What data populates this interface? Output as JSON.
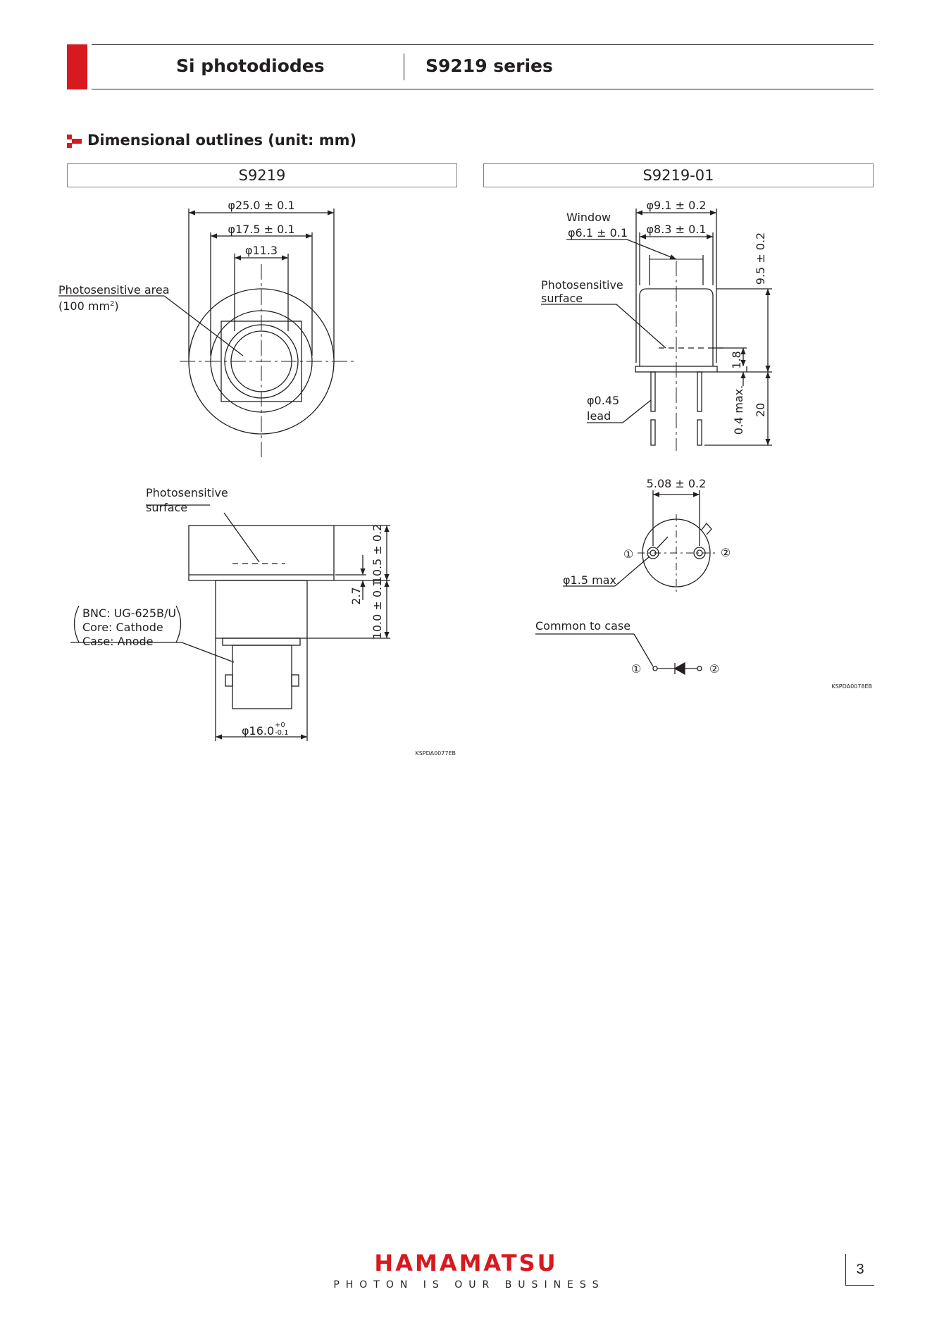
{
  "header": {
    "product_family": "Si photodiodes",
    "series": "S9219 series"
  },
  "section": {
    "title": "Dimensional outlines (unit: mm)"
  },
  "s9219": {
    "name": "S9219",
    "dim_outer": "φ25.0 ± 0.1",
    "dim_mid": "φ17.5 ± 0.1",
    "dim_inner": "φ11.3",
    "photosensitive_area_line1": "Photosensitive area",
    "photosensitive_area_line2": "(100 mm",
    "photosensitive_area_sup": "2",
    "photosensitive_area_close": ")",
    "photosensitive_surface_line1": "Photosensitive",
    "photosensitive_surface_line2": "surface",
    "bnc_line1": "BNC: UG-625B/U",
    "bnc_line2": "Core: Cathode",
    "bnc_line3": "Case: Anode",
    "dim_2_7": "2.7",
    "dim_10_5": "10.5 ± 0.2",
    "dim_10_0": "10.0 ± 0.1",
    "dim_16_0": "φ16.0",
    "dim_16_0_plus": "+0",
    "dim_16_0_minus": "-0.1",
    "drawing_code": "KSPDA0077EB"
  },
  "s9219_01": {
    "name": "S9219-01",
    "dim_9_1": "φ9.1 ± 0.2",
    "dim_8_3": "φ8.3 ± 0.1",
    "window_label": "Window",
    "window_dim": "φ6.1 ± 0.1",
    "dim_9_5": "9.5 ± 0.2",
    "photosensitive_surface_line1": "Photosensitive",
    "photosensitive_surface_line2": "surface",
    "dim_1_8": "1.8",
    "lead_dim": "φ0.45",
    "lead_label": "lead",
    "dim_0_4": "0.4 max.",
    "dim_20": "20",
    "dim_5_08": "5.08 ± 0.2",
    "pin1": "①",
    "pin2": "②",
    "dim_1_5": "φ1.5 max.",
    "common_label": "Common to case",
    "drawing_code": "KSPDA0078EB"
  },
  "footer": {
    "brand": "HAMAMATSU",
    "tagline": "PHOTON IS OUR BUSINESS",
    "page_number": "3"
  },
  "colors": {
    "brand_red": "#d71920",
    "text": "#231f20",
    "box_border": "#808080"
  }
}
